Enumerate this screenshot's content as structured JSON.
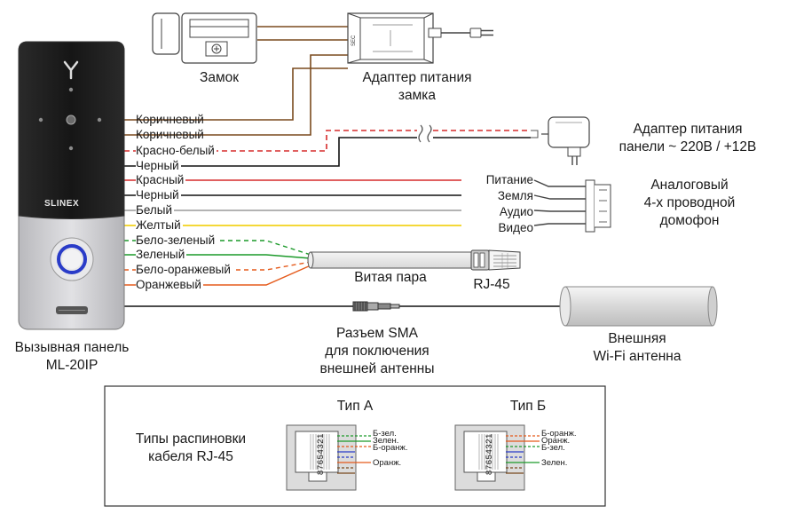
{
  "panel": {
    "brand": "SLINEX",
    "caption_line1": "Вызывная панель",
    "caption_line2": "ML-20IP"
  },
  "lock": {
    "label": "Замок"
  },
  "lock_adapter": {
    "line1": "Адаптер питания",
    "line2": "замка",
    "side_mark": "SEC"
  },
  "panel_adapter": {
    "line1": "Адаптер питания",
    "line2": "панели ~ 220В / +12В"
  },
  "panel_wires": [
    {
      "label": "Коричневый",
      "color": "#7a4a1e"
    },
    {
      "label": "Коричневый",
      "color": "#7a4a1e"
    },
    {
      "label": "Красно-белый",
      "color": "#d62b2b"
    },
    {
      "label": "Черный",
      "color": "#111111"
    },
    {
      "label": "Красный",
      "color": "#d62b2b"
    },
    {
      "label": "Черный",
      "color": "#111111"
    },
    {
      "label": "Белый",
      "color": "#9a9a9a"
    },
    {
      "label": "Желтый",
      "color": "#f2d21b"
    },
    {
      "label": "Бело-зеленый",
      "color": "#1c9a2a"
    },
    {
      "label": "Зеленый",
      "color": "#1c9a2a"
    },
    {
      "label": "Бело-оранжевый",
      "color": "#e55a1b"
    },
    {
      "label": "Оранжевый",
      "color": "#e55a1b"
    }
  ],
  "intercom": {
    "terminals": [
      "Питание",
      "Земля",
      "Аудио",
      "Видео"
    ],
    "line1": "Аналоговый",
    "line2": "4-х проводной",
    "line3": "домофон"
  },
  "twisted_pair": {
    "label": "Витая пара"
  },
  "rj45": {
    "label": "RJ-45"
  },
  "sma": {
    "line1": "Разъем SMA",
    "line2": "для поключения",
    "line3": "внешней антенны"
  },
  "wifi": {
    "line1": "Внешняя",
    "line2": "Wi-Fi антенна"
  },
  "pinout": {
    "title_line1": "Типы распиновки",
    "title_line2": "кабеля RJ-45",
    "pin_numbers": "87654321",
    "type_a": {
      "title": "Тип А",
      "labels": [
        "Б-зел.",
        "Зелен.",
        "Б-оранж.",
        "Оранж."
      ]
    },
    "type_b": {
      "title": "Тип Б",
      "labels": [
        "Б-оранж.",
        "Оранж.",
        "Б-зел.",
        "Зелен."
      ]
    }
  },
  "colors": {
    "brown": "#7a4a1e",
    "red": "#d62b2b",
    "black": "#111111",
    "white_wire": "#9a9a9a",
    "yellow": "#f2d21b",
    "green": "#1c9a2a",
    "orange": "#e55a1b",
    "panel_top": "#1e1e1e",
    "panel_bottom": "#cfcfd2",
    "button_ring": "#2a3cc8"
  }
}
